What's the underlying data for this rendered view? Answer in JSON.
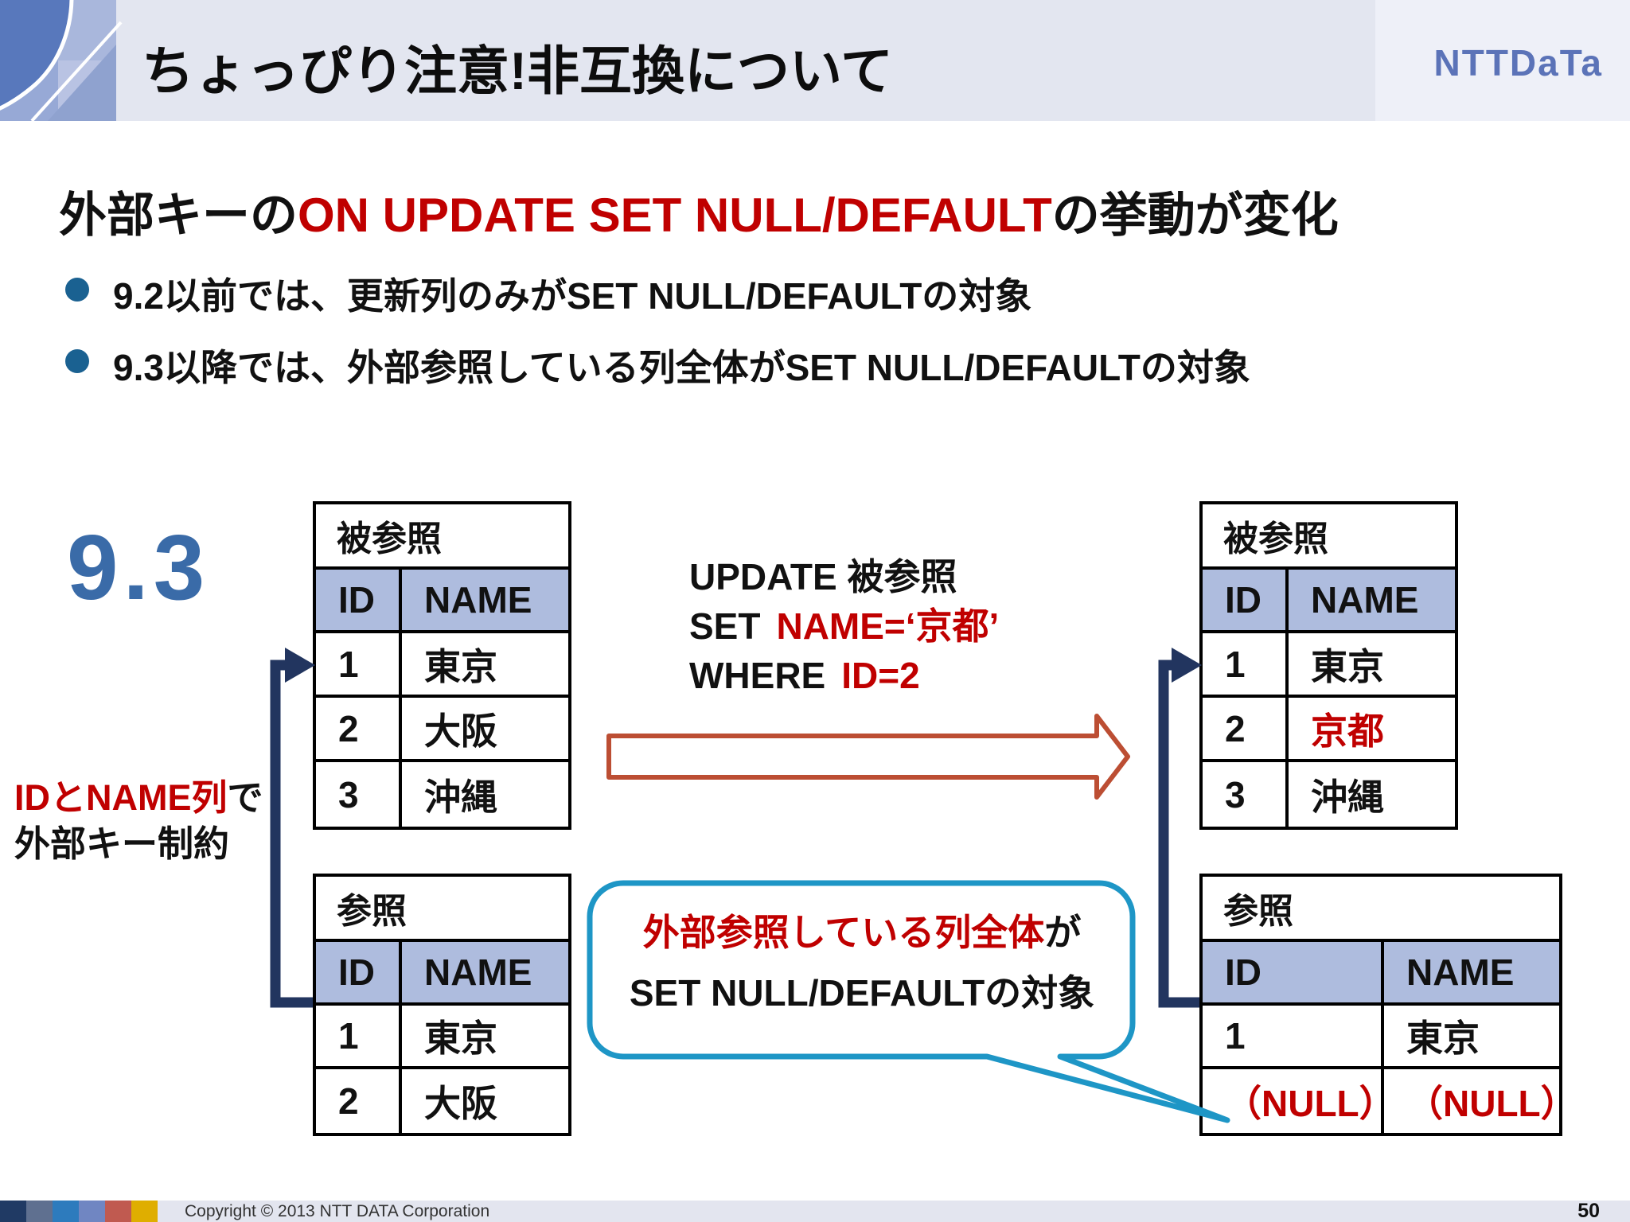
{
  "colors": {
    "accent_red": "#C00000",
    "header_bg": "#E3E6F0",
    "logo_blue": "#5B73B8",
    "table_header_bg": "#AEBCDE",
    "bullet_dot": "#1A6191",
    "version_blue": "#3A6BA8",
    "connector_navy": "#22355F",
    "arrow_outline": "#BC4E33",
    "bubble_outline": "#1E96C6",
    "footer_bg": "#E3E5EF",
    "footer_squares": [
      "#203A64",
      "#5F7090",
      "#2D7BBD",
      "#7086C2",
      "#C05A50",
      "#DFAE00"
    ]
  },
  "header": {
    "title": "ちょっぴり注意!非互換について",
    "logo_text": "NTTDaTa"
  },
  "heading": {
    "pre": "外部キーの",
    "highlight": "ON UPDATE SET NULL/DEFAULT",
    "post": "の挙動が変化"
  },
  "bullets": [
    "9.2以前では、更新列のみがSET NULL/DEFAULTの対象",
    "9.3以降では、外部参照している列全体がSET NULL/DEFAULTの対象"
  ],
  "version_label": "9.3",
  "fk_label": {
    "line1_red": "IDとNAME列",
    "line1_black": "で",
    "line2": "外部キー制約"
  },
  "sql": {
    "line1": "UPDATE 被参照",
    "line2_kw": "SET",
    "line2_val": "NAME=‘京都’",
    "line3_kw": "WHERE",
    "line3_val": "ID=2"
  },
  "tables": {
    "referenced_before": {
      "title": "被参照",
      "headers": [
        "ID",
        "NAME"
      ],
      "rows": [
        [
          "1",
          "東京"
        ],
        [
          "2",
          "大阪"
        ],
        [
          "3",
          "沖縄"
        ]
      ]
    },
    "referenced_after": {
      "title": "被参照",
      "headers": [
        "ID",
        "NAME"
      ],
      "rows": [
        [
          "1",
          "東京"
        ],
        [
          "2",
          "京都"
        ],
        [
          "3",
          "沖縄"
        ]
      ],
      "changed_cell": "京都"
    },
    "referencing_before": {
      "title": "参照",
      "headers": [
        "ID",
        "NAME"
      ],
      "rows": [
        [
          "1",
          "東京"
        ],
        [
          "2",
          "大阪"
        ]
      ]
    },
    "referencing_after": {
      "title": "参照",
      "headers": [
        "ID",
        "NAME"
      ],
      "rows": [
        [
          "1",
          "東京"
        ],
        [
          "（NULL）",
          "（NULL）"
        ]
      ],
      "changed_row": [
        "（NULL）",
        "（NULL）"
      ]
    }
  },
  "bubble": {
    "line1_red": "外部参照している列全体",
    "line1_black": "が",
    "line2": "SET NULL/DEFAULTの対象"
  },
  "footer": {
    "copyright": "Copyright © 2013 NTT DATA Corporation",
    "page_number": "50"
  }
}
